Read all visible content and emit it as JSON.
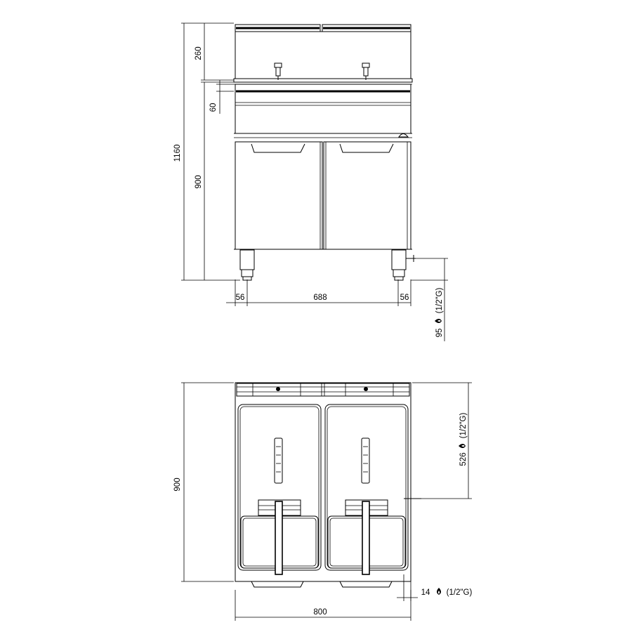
{
  "front_view": {
    "dims": {
      "total_height": "1160",
      "top_section": "260",
      "front_lip": "60",
      "body_height": "900",
      "left_leg": "56",
      "door_span": "688",
      "right_leg": "56",
      "gas_inlet_front": "95",
      "gas_inlet_front_spec": "(1/2\"G)"
    }
  },
  "top_view": {
    "dims": {
      "depth": "900",
      "width": "800",
      "gas_inlet_top": "526",
      "gas_inlet_top_spec": "(1/2\"G)",
      "gas_inlet_offset": "14",
      "gas_inlet_offset_spec": "(1/2\"G)"
    }
  },
  "icons": {
    "gas_symbol": "gas-flame-icon"
  }
}
